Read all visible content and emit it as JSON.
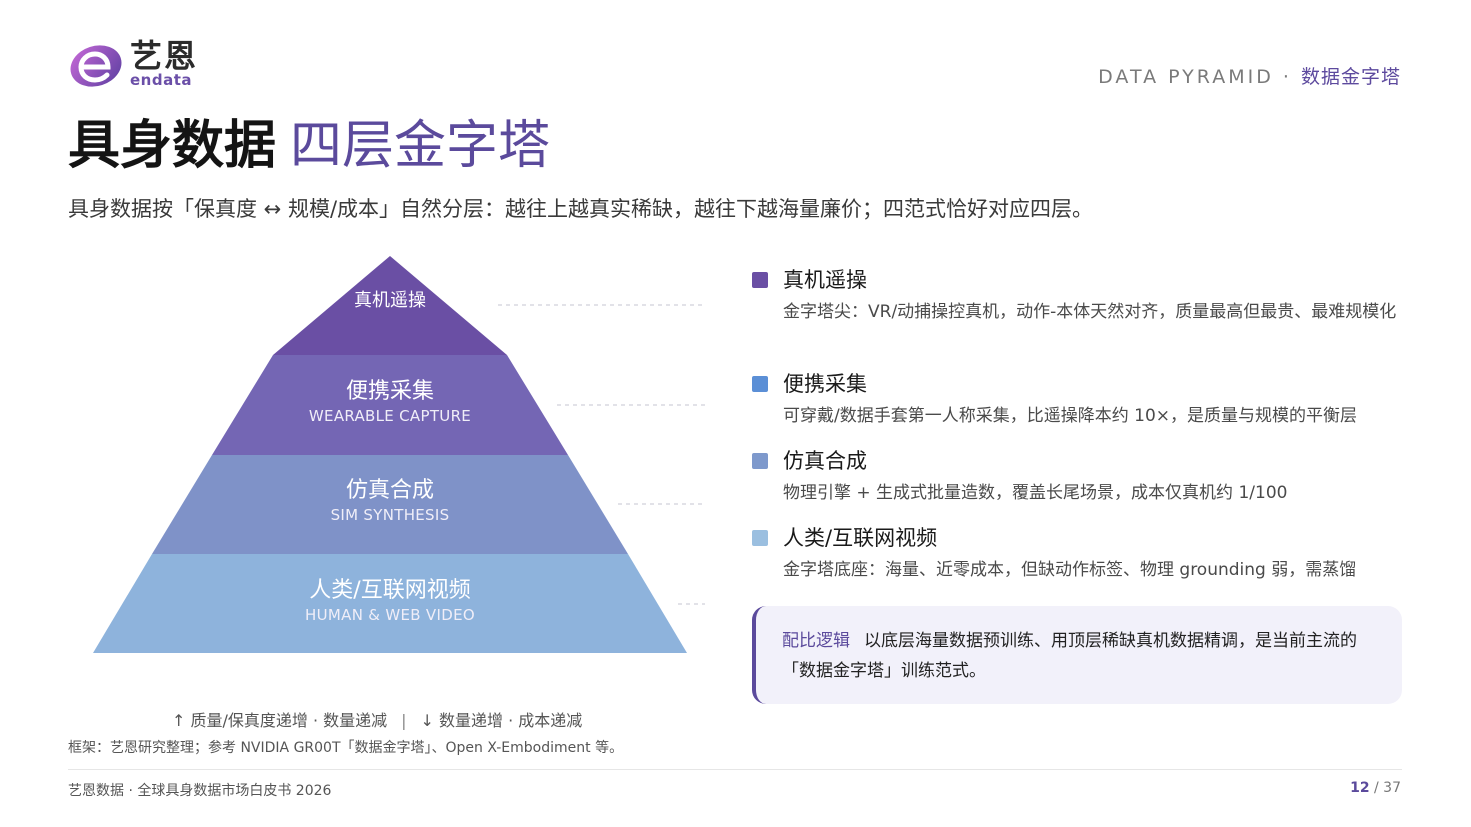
{
  "brand": {
    "cn": "艺恩",
    "en": "endata"
  },
  "header": {
    "en": "DATA PYRAMID",
    "dot": "·",
    "cn": "数据金字塔"
  },
  "title": {
    "part1": "具身数据",
    "part2": "四层金字塔"
  },
  "subtitle": "具身数据按「保真度 ↔ 规模/成本」自然分层：越往上越真实稀缺，越往下越海量廉价；四范式恰好对应四层。",
  "pyramid": {
    "layers": [
      {
        "cn": "真机遥操",
        "en": "",
        "color": "#6a4fa4"
      },
      {
        "cn": "便携采集",
        "en": "WEARABLE CAPTURE",
        "color": "#7466b4"
      },
      {
        "cn": "仿真合成",
        "en": "SIM SYNTHESIS",
        "color": "#7f92c8"
      },
      {
        "cn": "人类/互联网视频",
        "en": "HUMAN & WEB VIDEO",
        "color": "#8eb3dc"
      }
    ]
  },
  "legend": [
    {
      "title": "真机遥操",
      "desc": "金字塔尖：VR/动捕操控真机，动作-本体天然对齐，质量最高但最贵、最难规模化",
      "color": "#6a4fa4"
    },
    {
      "title": "便携采集",
      "desc": "可穿戴/数据手套第一人称采集，比遥操降本约 10×，是质量与规模的平衡层",
      "color": "#5b8fd6"
    },
    {
      "title": "仿真合成",
      "desc": "物理引擎 + 生成式批量造数，覆盖长尾场景，成本仅真机约 1/100",
      "color": "#7e99cc"
    },
    {
      "title": "人类/互联网视频",
      "desc": "金字塔底座：海量、近零成本，但缺动作标签、物理 grounding 弱，需蒸馏",
      "color": "#9bbfe0"
    }
  ],
  "callout": {
    "tag": "配比逻辑",
    "text": "以底层海量数据预训练、用顶层稀缺真机数据精调，是当前主流的「数据金字塔」训练范式。"
  },
  "notes": {
    "up": "↑ 质量/保真度递增 · 数量递减",
    "sep": "|",
    "down": "↓ 数量递增 · 成本递减",
    "source": "框架：艺恩研究整理；参考 NVIDIA GR00T「数据金字塔」、Open X-Embodiment 等。"
  },
  "footer": {
    "left": "艺恩数据 · 全球具身数据市场白皮书 2026",
    "page": "12",
    "total": "/ 37"
  }
}
